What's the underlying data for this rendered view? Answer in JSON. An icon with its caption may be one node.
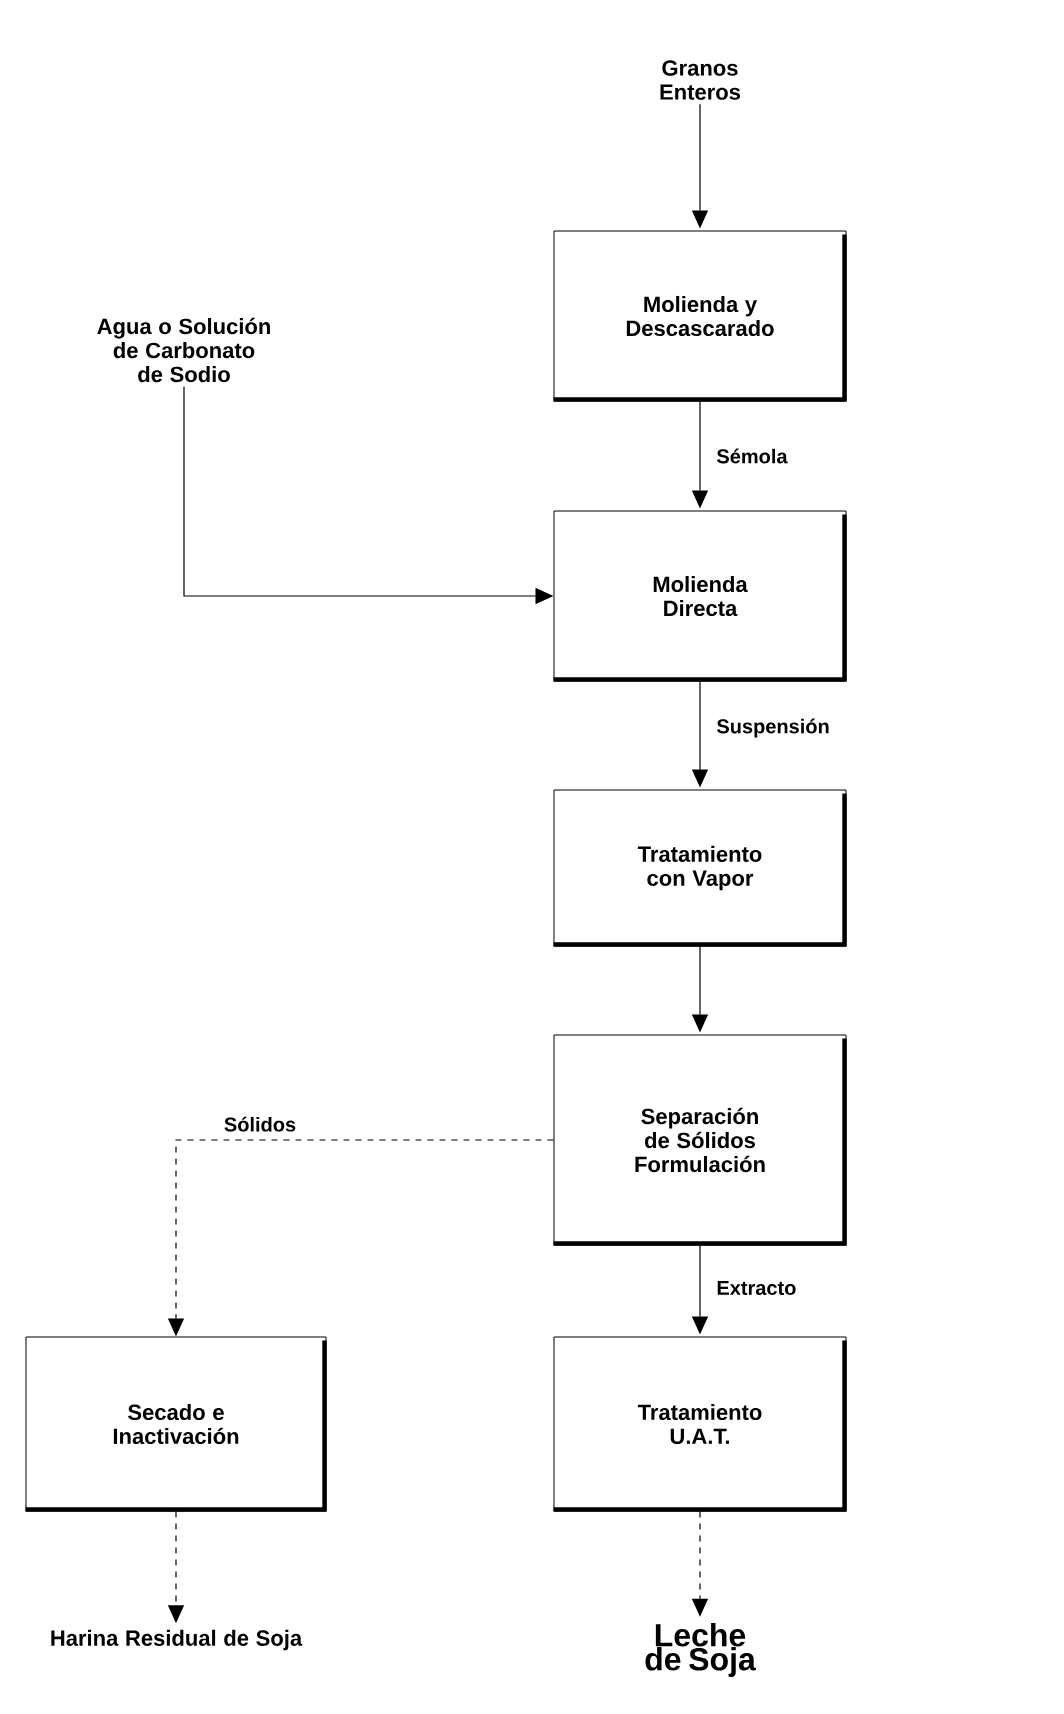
{
  "diagram": {
    "nodes": [
      {
        "text": [
          "Granos Enteros"
        ]
      },
      {
        "text": [
          "Molienda y Descascarado"
        ]
      },
      {
        "text": [
          "Agua o Solución de Carbonato de Sodio"
        ]
      },
      {
        "text": [
          "Molienda Directa"
        ]
      },
      {
        "text": [
          "Tratamiento con Vapor"
        ]
      },
      {
        "text": [
          "Separación de Sólidos Formulación"
        ]
      },
      {
        "text": [
          "Secado e Inactivación"
        ]
      },
      {
        "text": [
          "Tratamiento U.A.T."
        ]
      },
      {
        "text": [
          "Harina Residual de Soja"
        ]
      },
      {
        "text": [
          "Leche de Soja"
        ]
      }
    ],
    "edges": [
      {
        "from": 0,
        "to": 1,
        "arrow": "to"
      },
      {
        "from": 1,
        "to": 3,
        "arrow": "to",
        "label": "Sémola"
      },
      {
        "from": 2,
        "to": 3,
        "arrow": "to"
      },
      {
        "from": 3,
        "to": 4,
        "arrow": "to",
        "label": "Suspensión"
      },
      {
        "from": 4,
        "to": 5,
        "arrow": "to"
      },
      {
        "from": 5,
        "to": 6,
        "arrow": "to",
        "label": "Sólidos",
        "style": "dashed"
      },
      {
        "from": 5,
        "to": 7,
        "arrow": "to",
        "label": "Extracto"
      },
      {
        "from": 6,
        "to": 8,
        "arrow": "to",
        "style": "dashed"
      },
      {
        "from": 7,
        "to": 9,
        "arrow": "to",
        "style": "dashed"
      }
    ]
  }
}
